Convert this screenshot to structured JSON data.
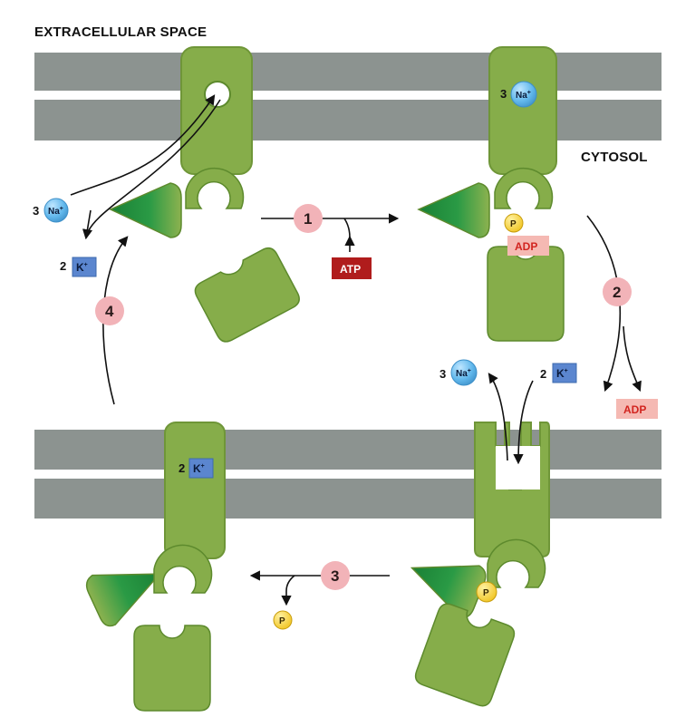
{
  "labels": {
    "extracellular": "EXTRACELLULAR SPACE",
    "cytosol": "CYTOSOL"
  },
  "ions": {
    "na_coef": "3",
    "na": "Na",
    "k_coef": "2",
    "k": "K",
    "charge": "+"
  },
  "molecules": {
    "atp": "ATP",
    "adp": "ADP",
    "phosphate": "P"
  },
  "steps": [
    "1",
    "2",
    "3",
    "4"
  ],
  "colors": {
    "membrane": "#8c9390",
    "protein": "#86ad4a",
    "protein_dark": "#5d8a2d",
    "domain_green": "#1f8a3a",
    "sodium": "#5fb3e6",
    "potassium": "#5b86cf",
    "step_circle": "#f2b3b8",
    "atp_box": "#b01c1c",
    "adp_box": "#f5b9b3",
    "phosphate": "#f6cf2a"
  }
}
